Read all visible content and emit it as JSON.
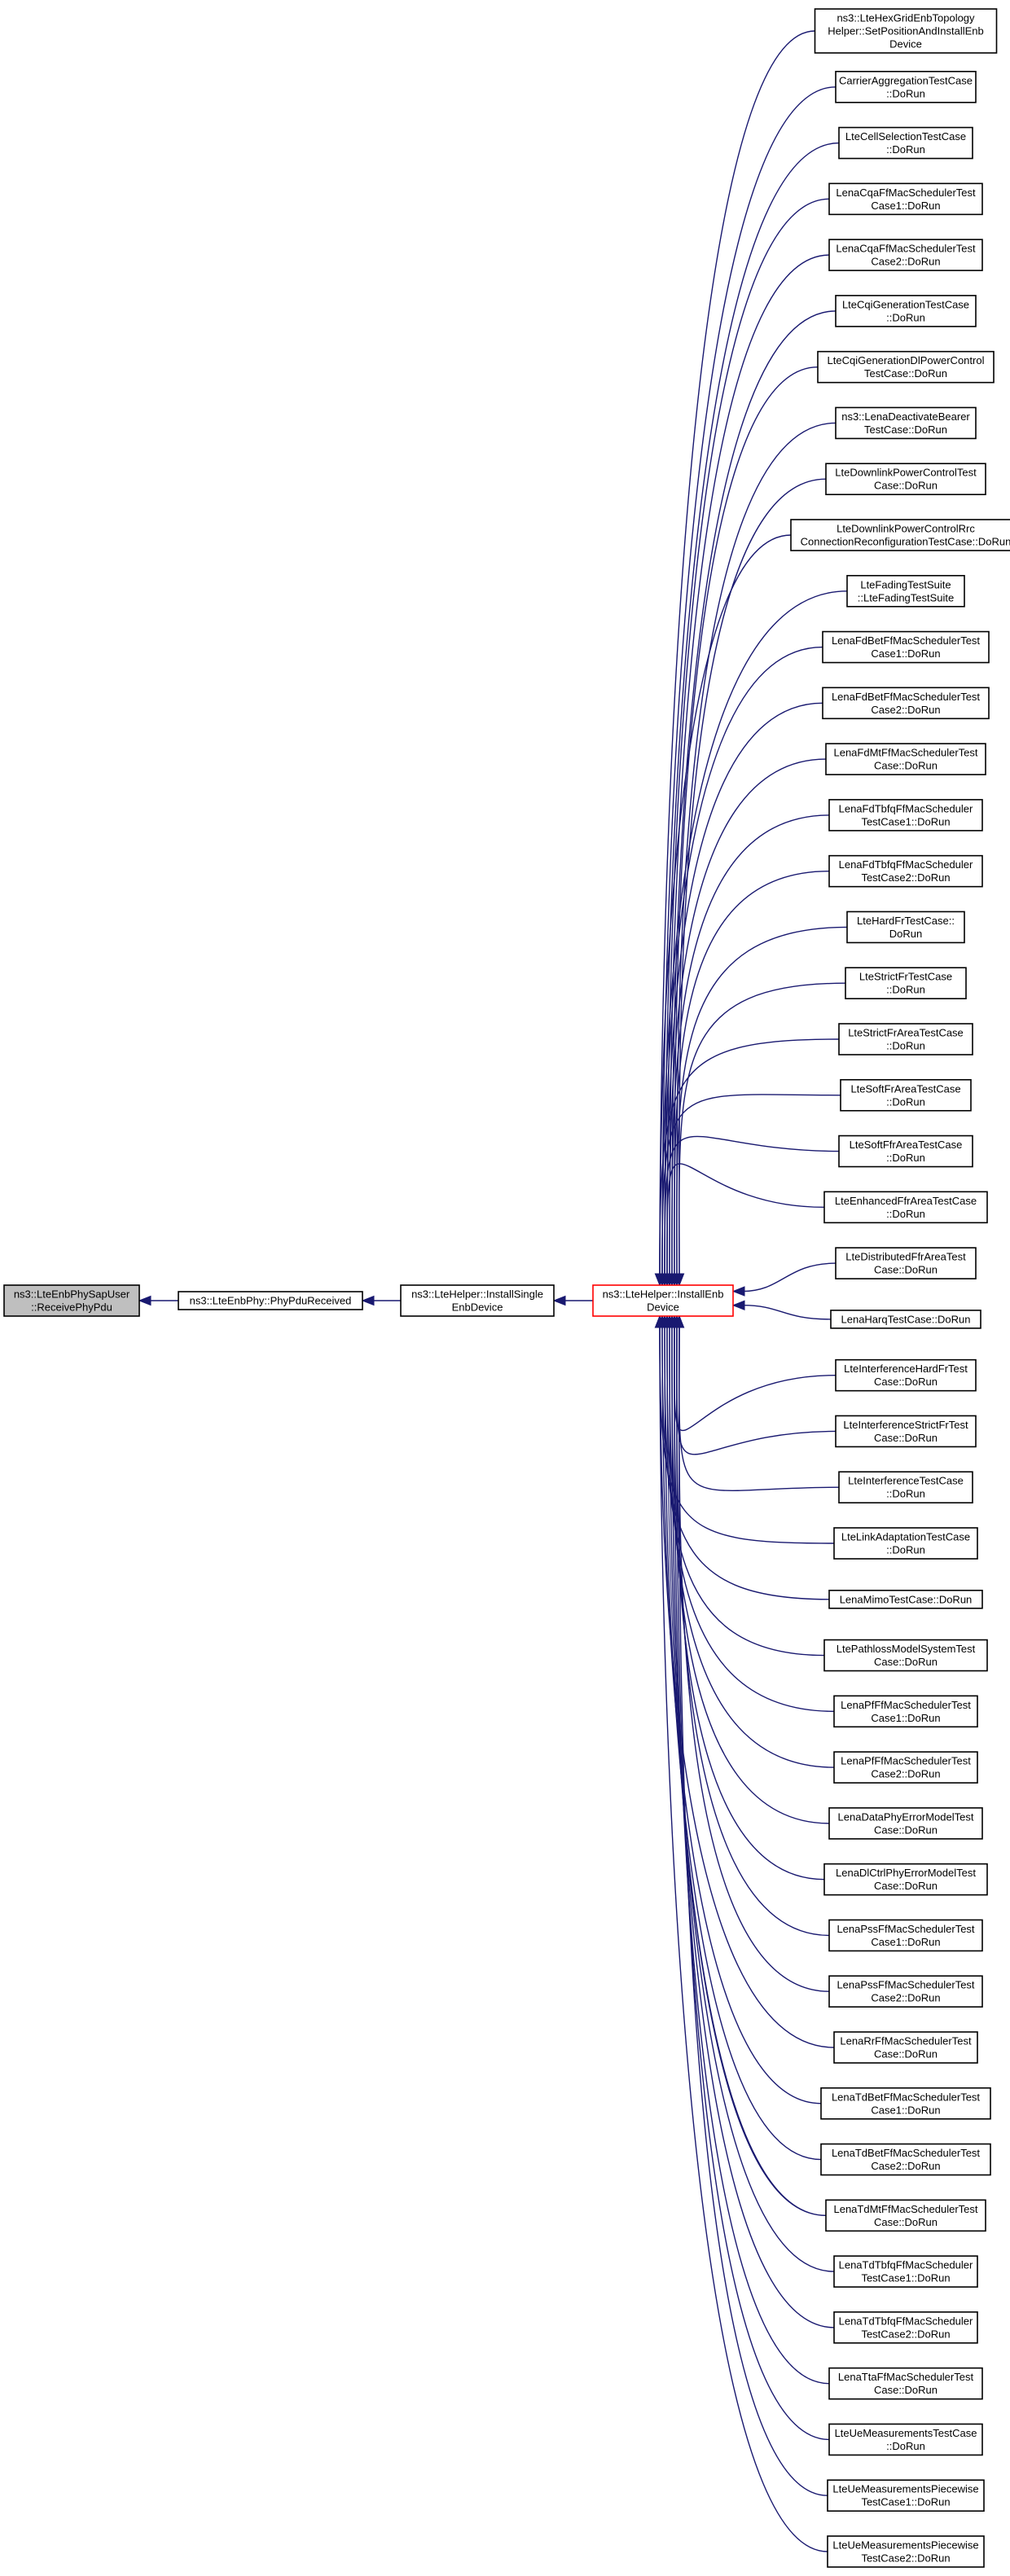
{
  "colors": {
    "edge": "#191970",
    "node_border": "#000000",
    "root_fill": "#bfbfbf",
    "highlight_border": "#ff0000",
    "background": "#ffffff"
  },
  "graph": {
    "root": {
      "lines": [
        "ns3::LteEnbPhySapUser",
        "::ReceivePhyPdu"
      ]
    },
    "chain": [
      {
        "lines": [
          "ns3::LteEnbPhy::PhyPduReceived"
        ]
      },
      {
        "lines": [
          "ns3::LteHelper::InstallSingle",
          "EnbDevice"
        ]
      },
      {
        "lines": [
          "ns3::LteHelper::InstallEnb",
          "Device"
        ]
      }
    ],
    "callers": [
      {
        "lines": [
          "ns3::LteHexGridEnbTopology",
          "Helper::SetPositionAndInstallEnb",
          "Device"
        ]
      },
      {
        "lines": [
          "CarrierAggregationTestCase",
          "::DoRun"
        ]
      },
      {
        "lines": [
          "LteCellSelectionTestCase",
          "::DoRun"
        ]
      },
      {
        "lines": [
          "LenaCqaFfMacSchedulerTest",
          "Case1::DoRun"
        ]
      },
      {
        "lines": [
          "LenaCqaFfMacSchedulerTest",
          "Case2::DoRun"
        ]
      },
      {
        "lines": [
          "LteCqiGenerationTestCase",
          "::DoRun"
        ]
      },
      {
        "lines": [
          "LteCqiGenerationDlPowerControl",
          "TestCase::DoRun"
        ]
      },
      {
        "lines": [
          "ns3::LenaDeactivateBearer",
          "TestCase::DoRun"
        ]
      },
      {
        "lines": [
          "LteDownlinkPowerControlTest",
          "Case::DoRun"
        ]
      },
      {
        "lines": [
          "LteDownlinkPowerControlRrc",
          "ConnectionReconfigurationTestCase::DoRun"
        ]
      },
      {
        "lines": [
          "LteFadingTestSuite",
          "::LteFadingTestSuite"
        ]
      },
      {
        "lines": [
          "LenaFdBetFfMacSchedulerTest",
          "Case1::DoRun"
        ]
      },
      {
        "lines": [
          "LenaFdBetFfMacSchedulerTest",
          "Case2::DoRun"
        ]
      },
      {
        "lines": [
          "LenaFdMtFfMacSchedulerTest",
          "Case::DoRun"
        ]
      },
      {
        "lines": [
          "LenaFdTbfqFfMacScheduler",
          "TestCase1::DoRun"
        ]
      },
      {
        "lines": [
          "LenaFdTbfqFfMacScheduler",
          "TestCase2::DoRun"
        ]
      },
      {
        "lines": [
          "LteHardFrTestCase::",
          "DoRun"
        ]
      },
      {
        "lines": [
          "LteStrictFrTestCase",
          "::DoRun"
        ]
      },
      {
        "lines": [
          "LteStrictFrAreaTestCase",
          "::DoRun"
        ]
      },
      {
        "lines": [
          "LteSoftFrAreaTestCase",
          "::DoRun"
        ]
      },
      {
        "lines": [
          "LteSoftFfrAreaTestCase",
          "::DoRun"
        ]
      },
      {
        "lines": [
          "LteEnhancedFfrAreaTestCase",
          "::DoRun"
        ]
      },
      {
        "lines": [
          "LteDistributedFfrAreaTest",
          "Case::DoRun"
        ]
      },
      {
        "lines": [
          "LenaHarqTestCase::DoRun"
        ]
      },
      {
        "lines": [
          "LteInterferenceHardFrTest",
          "Case::DoRun"
        ]
      },
      {
        "lines": [
          "LteInterferenceStrictFrTest",
          "Case::DoRun"
        ]
      },
      {
        "lines": [
          "LteInterferenceTestCase",
          "::DoRun"
        ]
      },
      {
        "lines": [
          "LteLinkAdaptationTestCase",
          "::DoRun"
        ]
      },
      {
        "lines": [
          "LenaMimoTestCase::DoRun"
        ]
      },
      {
        "lines": [
          "LtePathlossModelSystemTest",
          "Case::DoRun"
        ]
      },
      {
        "lines": [
          "LenaPfFfMacSchedulerTest",
          "Case1::DoRun"
        ]
      },
      {
        "lines": [
          "LenaPfFfMacSchedulerTest",
          "Case2::DoRun"
        ]
      },
      {
        "lines": [
          "LenaDataPhyErrorModelTest",
          "Case::DoRun"
        ]
      },
      {
        "lines": [
          "LenaDlCtrlPhyErrorModelTest",
          "Case::DoRun"
        ]
      },
      {
        "lines": [
          "LenaPssFfMacSchedulerTest",
          "Case1::DoRun"
        ]
      },
      {
        "lines": [
          "LenaPssFfMacSchedulerTest",
          "Case2::DoRun"
        ]
      },
      {
        "lines": [
          "LenaRrFfMacSchedulerTest",
          "Case::DoRun"
        ]
      },
      {
        "lines": [
          "LenaTdBetFfMacSchedulerTest",
          "Case1::DoRun"
        ]
      },
      {
        "lines": [
          "LenaTdBetFfMacSchedulerTest",
          "Case2::DoRun"
        ]
      },
      {
        "lines": [
          "LenaTdMtFfMacSchedulerTest",
          "Case::DoRun"
        ]
      },
      {
        "lines": [
          "LenaTdTbfqFfMacScheduler",
          "TestCase1::DoRun"
        ]
      },
      {
        "lines": [
          "LenaTdTbfqFfMacScheduler",
          "TestCase2::DoRun"
        ]
      },
      {
        "lines": [
          "LenaTtaFfMacSchedulerTest",
          "Case::DoRun"
        ]
      },
      {
        "lines": [
          "LteUeMeasurementsTestCase",
          "::DoRun"
        ]
      },
      {
        "lines": [
          "LteUeMeasurementsPiecewise",
          "TestCase1::DoRun"
        ]
      },
      {
        "lines": [
          "LteUeMeasurementsPiecewise",
          "TestCase2::DoRun"
        ]
      }
    ]
  }
}
